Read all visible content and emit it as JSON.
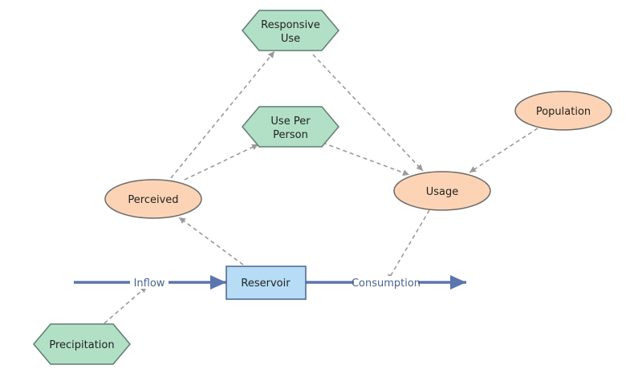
{
  "colors": {
    "ellipse_fill": "#fcd4b5",
    "ellipse_stroke": "#6b6b6b",
    "hexagon_fill": "#b2e0c6",
    "hexagon_stroke": "#5e7e6e",
    "stock_fill": "#b6dcf6",
    "stock_stroke": "#4a6390",
    "flow": "#5b75ad",
    "link": "#9a9a9a"
  },
  "nodes": {
    "responsive_use": {
      "line1": "Responsive",
      "line2": "Use"
    },
    "use_per_person": {
      "line1": "Use Per",
      "line2": "Person"
    },
    "population": {
      "label": "Population"
    },
    "perceived": {
      "label": "Perceived"
    },
    "usage": {
      "label": "Usage"
    },
    "reservoir": {
      "label": "Reservoir"
    },
    "precipitation": {
      "label": "Precipitation"
    }
  },
  "flows": {
    "inflow": {
      "label": "Inflow"
    },
    "consumption": {
      "label": "Consumption"
    }
  }
}
